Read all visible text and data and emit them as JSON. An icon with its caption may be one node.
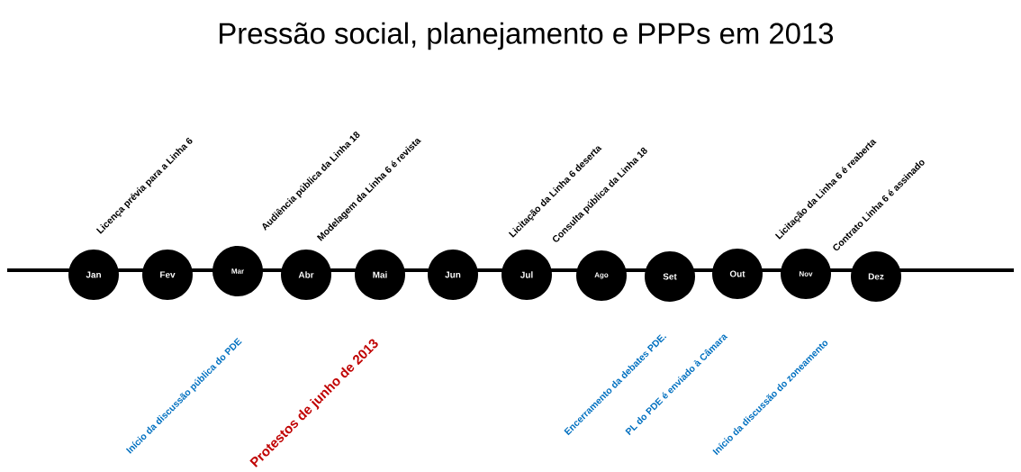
{
  "diagram": {
    "title": "Pressão social, planejamento e PPPs em 2013",
    "nodes": [
      {
        "text": [
          "Jan"
        ]
      },
      {
        "text": [
          "Fev"
        ]
      },
      {
        "text": [
          "Mar"
        ]
      },
      {
        "text": [
          "Abr"
        ]
      },
      {
        "text": [
          "Mai"
        ]
      },
      {
        "text": [
          "Jun"
        ]
      },
      {
        "text": [
          "Jul"
        ]
      },
      {
        "text": [
          "Ago"
        ]
      },
      {
        "text": [
          "Set"
        ]
      },
      {
        "text": [
          "Out"
        ]
      },
      {
        "text": [
          "Nov"
        ]
      },
      {
        "text": [
          "Dez"
        ]
      }
    ],
    "labels": [
      "Licença prévia para a Linha 6",
      "Audiência pública da Linha 18",
      "Modelagem da Linha 6 é revista",
      "Licitação da Linha 6 deserta",
      "Consulta pública da Linha 18",
      "Licitação da Linha 6 é reaberta",
      "Contrato Linha 6 é assinado",
      "Início da discussão pública do PDE",
      "Protestos de junho de 2013",
      "Encerramento da debates PDE.",
      "PL do PDE é enviado à Câmara",
      "Início da discussão do zoneamento"
    ]
  }
}
